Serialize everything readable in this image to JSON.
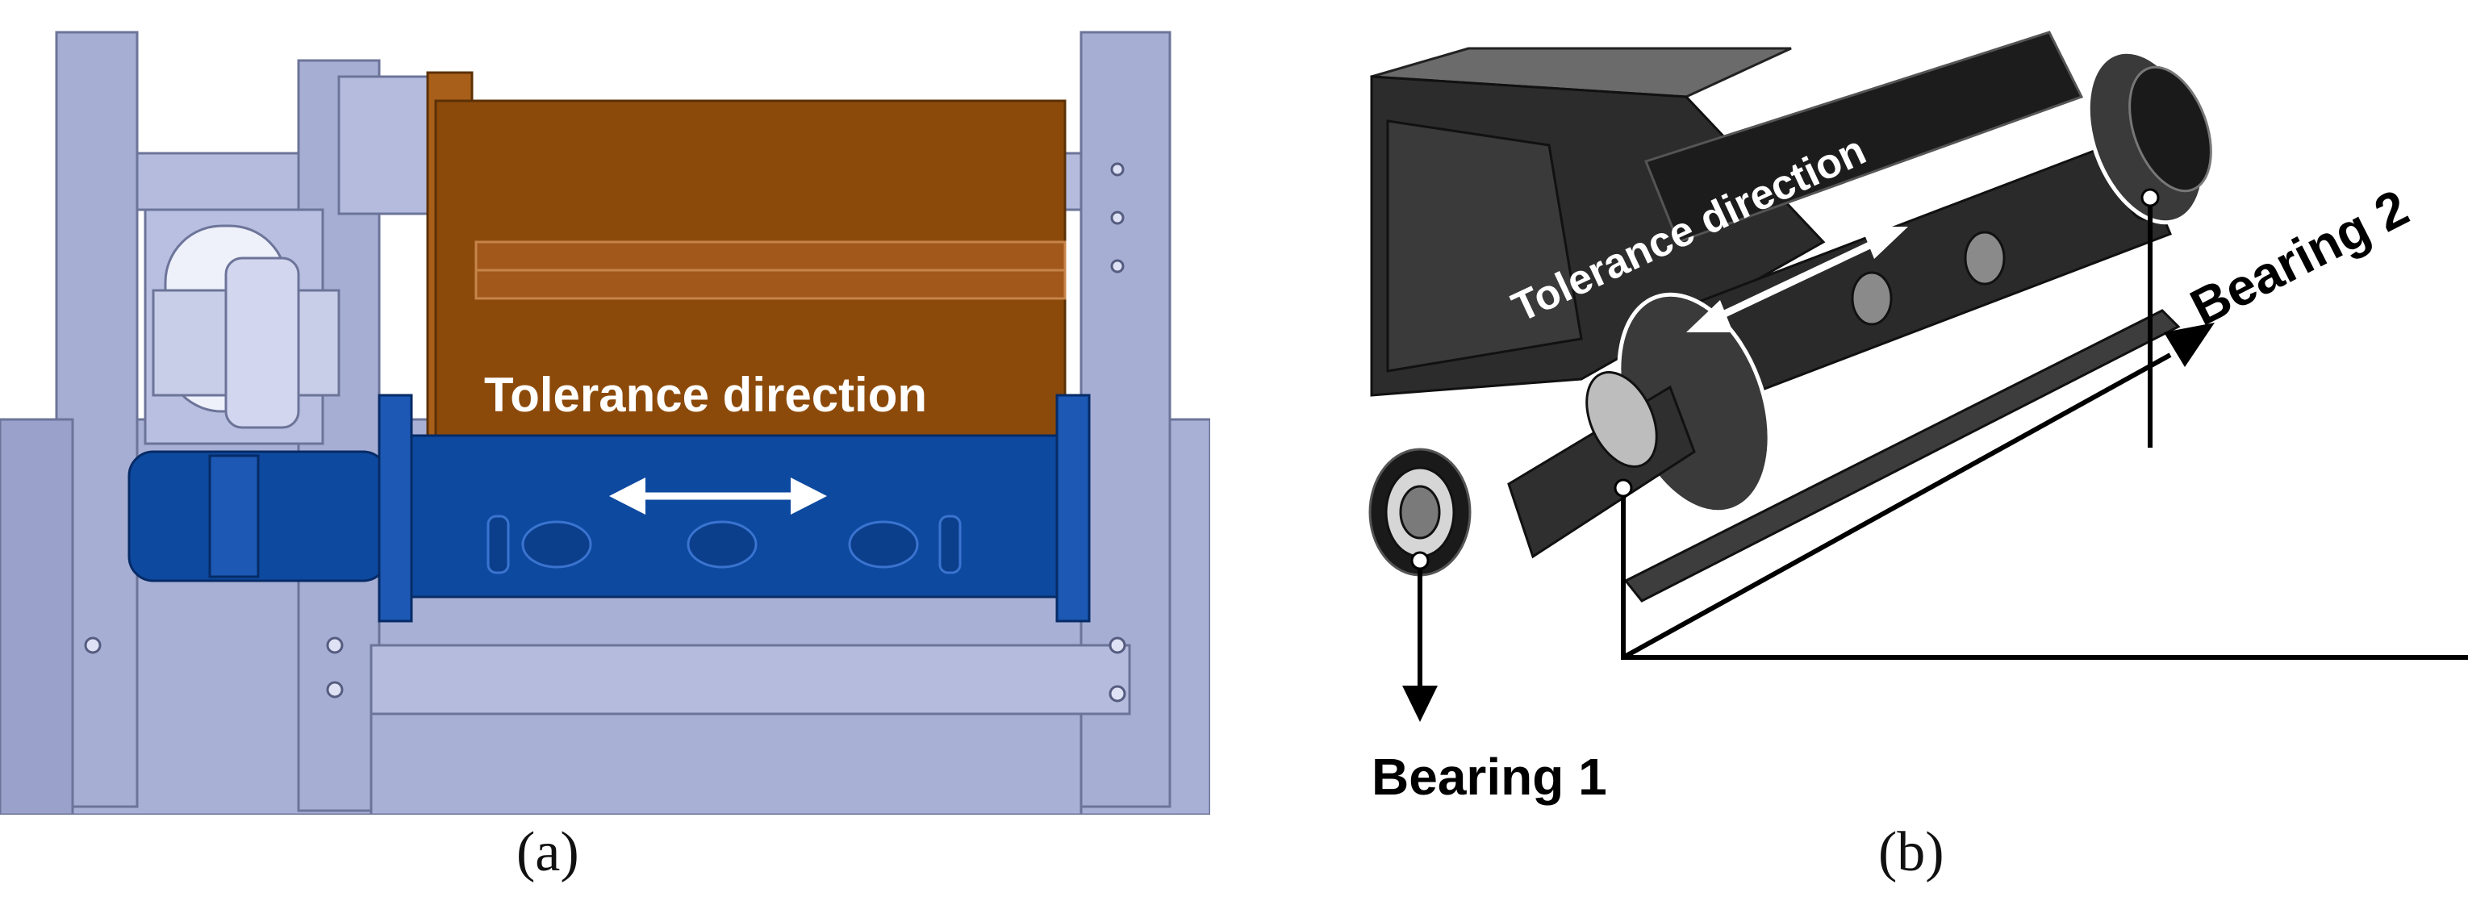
{
  "panel_a": {
    "label": "Tolerance direction",
    "caption": "(a)",
    "colors": {
      "frame": "#a6aed4",
      "frame_dark": "#7f88b2",
      "motor": "#8c4a0a",
      "motor_light": "#a85f1a",
      "shaft": "#0e49a0",
      "shaft_light": "#2461c0"
    }
  },
  "panel_b": {
    "tolerance_label": "Tolerance direction",
    "bearing_1_label": "Bearing 1",
    "bearing_2_label": "Bearing 2",
    "caption": "(b)",
    "colors": {
      "body": "#2a2a2a",
      "body_light": "#6b6b6b",
      "arrow": "#000000",
      "label": "#ffffff"
    }
  }
}
